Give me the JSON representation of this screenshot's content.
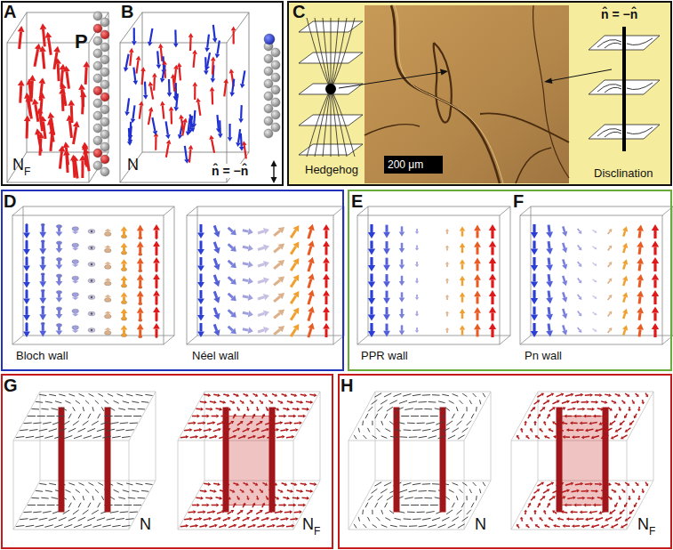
{
  "diagram": {
    "nodes": [
      {
        "text": [
          "A",
          "P",
          "N",
          "F",
          "B",
          "N",
          "n̂ = −n̂"
        ]
      },
      {
        "text": [
          "C",
          "Hedgehog",
          "200 μm",
          "n̂ = −n̂",
          "Disclination"
        ]
      },
      {
        "text": [
          "D",
          "Bloch wall",
          "Néel wall"
        ]
      },
      {
        "text": [
          "E",
          "F",
          "PPR wall",
          "Pn wall"
        ]
      },
      {
        "text": [
          "G",
          "N",
          "N",
          "F"
        ]
      },
      {
        "text": [
          "H",
          "N",
          "N",
          "F"
        ]
      }
    ],
    "edges": []
  }
}
